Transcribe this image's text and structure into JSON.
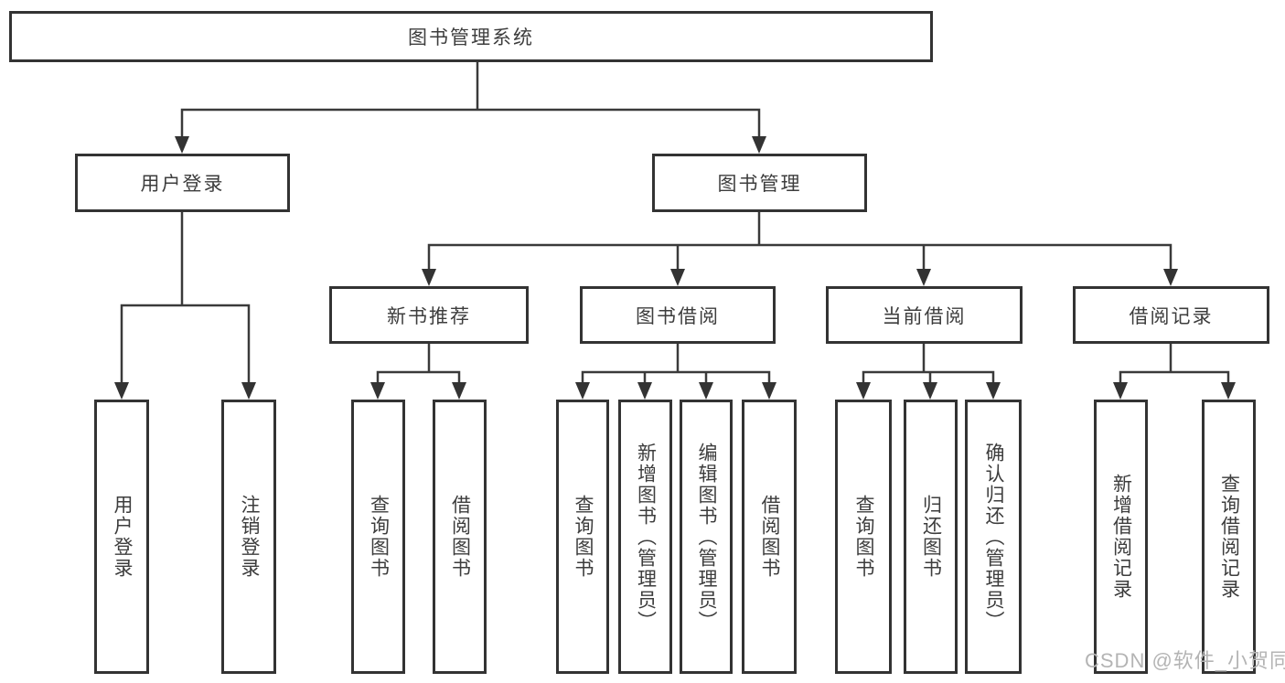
{
  "diagram": {
    "type": "tree",
    "nodes": {
      "root": {
        "label": "图书管理系统"
      },
      "user_login": {
        "label": "用户登录"
      },
      "book_management": {
        "label": "图书管理"
      },
      "new_book_recommend": {
        "label": "新书推荐"
      },
      "book_borrow": {
        "label": "图书借阅"
      },
      "current_borrow": {
        "label": "当前借阅"
      },
      "borrow_records": {
        "label": "借阅记录"
      },
      "leaf_user_login": {
        "label": "用户登录"
      },
      "leaf_logout": {
        "label": "注销登录"
      },
      "leaf_query_book_recommend": {
        "label": "查询图书"
      },
      "leaf_borrow_book_recommend": {
        "label": "借阅图书"
      },
      "leaf_query_book_borrow": {
        "label": "查询图书"
      },
      "leaf_add_book_admin": {
        "label": "新增图书（管理员）"
      },
      "leaf_edit_book_admin": {
        "label": "编辑图书（管理员）"
      },
      "leaf_borrow_book_borrow": {
        "label": "借阅图书"
      },
      "leaf_query_book_current": {
        "label": "查询图书"
      },
      "leaf_return_book": {
        "label": "归还图书"
      },
      "leaf_confirm_return_admin": {
        "label": "确认归还（管理员）"
      },
      "leaf_add_borrow_record": {
        "label": "新增借阅记录"
      },
      "leaf_query_borrow_record": {
        "label": "查询借阅记录"
      }
    },
    "edges": [
      [
        "图书管理系统",
        "用户登录"
      ],
      [
        "图书管理系统",
        "图书管理"
      ],
      [
        "用户登录",
        "用户登录"
      ],
      [
        "用户登录",
        "注销登录"
      ],
      [
        "图书管理",
        "新书推荐"
      ],
      [
        "图书管理",
        "图书借阅"
      ],
      [
        "图书管理",
        "当前借阅"
      ],
      [
        "图书管理",
        "借阅记录"
      ],
      [
        "新书推荐",
        "查询图书"
      ],
      [
        "新书推荐",
        "借阅图书"
      ],
      [
        "图书借阅",
        "查询图书"
      ],
      [
        "图书借阅",
        "新增图书（管理员）"
      ],
      [
        "图书借阅",
        "编辑图书（管理员）"
      ],
      [
        "图书借阅",
        "借阅图书"
      ],
      [
        "当前借阅",
        "查询图书"
      ],
      [
        "当前借阅",
        "归还图书"
      ],
      [
        "当前借阅",
        "确认归还（管理员）"
      ],
      [
        "借阅记录",
        "新增借阅记录"
      ],
      [
        "借阅记录",
        "查询借阅记录"
      ]
    ]
  },
  "watermark": {
    "text": "CSDN @软件_小贺同学"
  },
  "colors": {
    "line": "#3a3a3a",
    "border": "#333333",
    "text": "#3d3d3d",
    "background": "#ffffff",
    "watermark": "#b4b4b4"
  }
}
